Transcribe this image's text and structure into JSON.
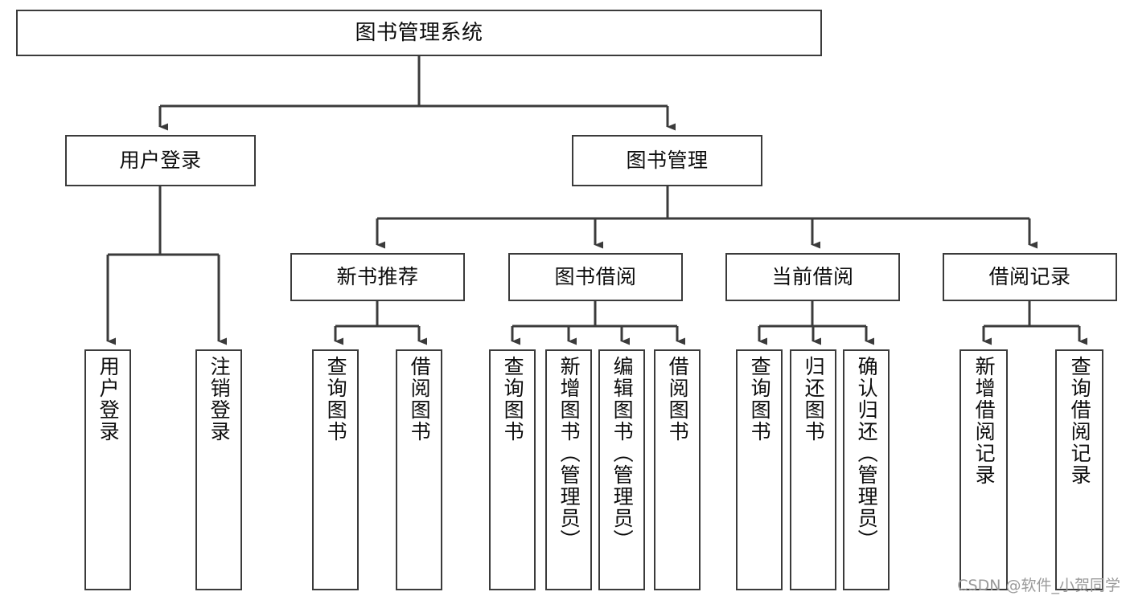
{
  "diagram": {
    "type": "tree-hierarchy",
    "title": "图书管理系统",
    "orientation": "top-down",
    "colors": {
      "node_border": "#3b3b3b",
      "node_fill": "#ffffff",
      "edge": "#3b3b3b",
      "text": "#0d0d0d",
      "watermark": "#9a9a9a"
    },
    "nodes": {
      "root": {
        "label": "图书管理系统"
      },
      "level2": [
        {
          "id": "user-login",
          "label": "用户登录"
        },
        {
          "id": "book-management",
          "label": "图书管理"
        }
      ],
      "level3": [
        {
          "id": "new-book-recommend",
          "label": "新书推荐"
        },
        {
          "id": "book-borrow",
          "label": "图书借阅"
        },
        {
          "id": "current-borrow",
          "label": "当前借阅"
        },
        {
          "id": "borrow-record",
          "label": "借阅记录"
        }
      ],
      "leaves": {
        "user_login": [
          {
            "id": "leaf-user-login",
            "label": "用户登录"
          },
          {
            "id": "leaf-logout-login",
            "label": "注销登录"
          }
        ],
        "new_book_recommend": [
          {
            "id": "leaf-query-book-1",
            "label": "查询图书"
          },
          {
            "id": "leaf-borrow-book-1",
            "label": "借阅图书"
          }
        ],
        "book_borrow": [
          {
            "id": "leaf-query-book-2",
            "label": "查询图书"
          },
          {
            "id": "leaf-add-book-admin",
            "label": "新增图书（管理员）"
          },
          {
            "id": "leaf-edit-book-admin",
            "label": "编辑图书（管理员）"
          },
          {
            "id": "leaf-borrow-book-2",
            "label": "借阅图书"
          }
        ],
        "current_borrow": [
          {
            "id": "leaf-query-book-3",
            "label": "查询图书"
          },
          {
            "id": "leaf-return-book",
            "label": "归还图书"
          },
          {
            "id": "leaf-confirm-return-admin",
            "label": "确认归还（管理员）"
          }
        ],
        "borrow_record": [
          {
            "id": "leaf-add-borrow-record",
            "label": "新增借阅记录"
          },
          {
            "id": "leaf-query-borrow-record",
            "label": "查询借阅记录"
          }
        ]
      }
    },
    "watermark": "CSDN @软件_小贺同学"
  }
}
